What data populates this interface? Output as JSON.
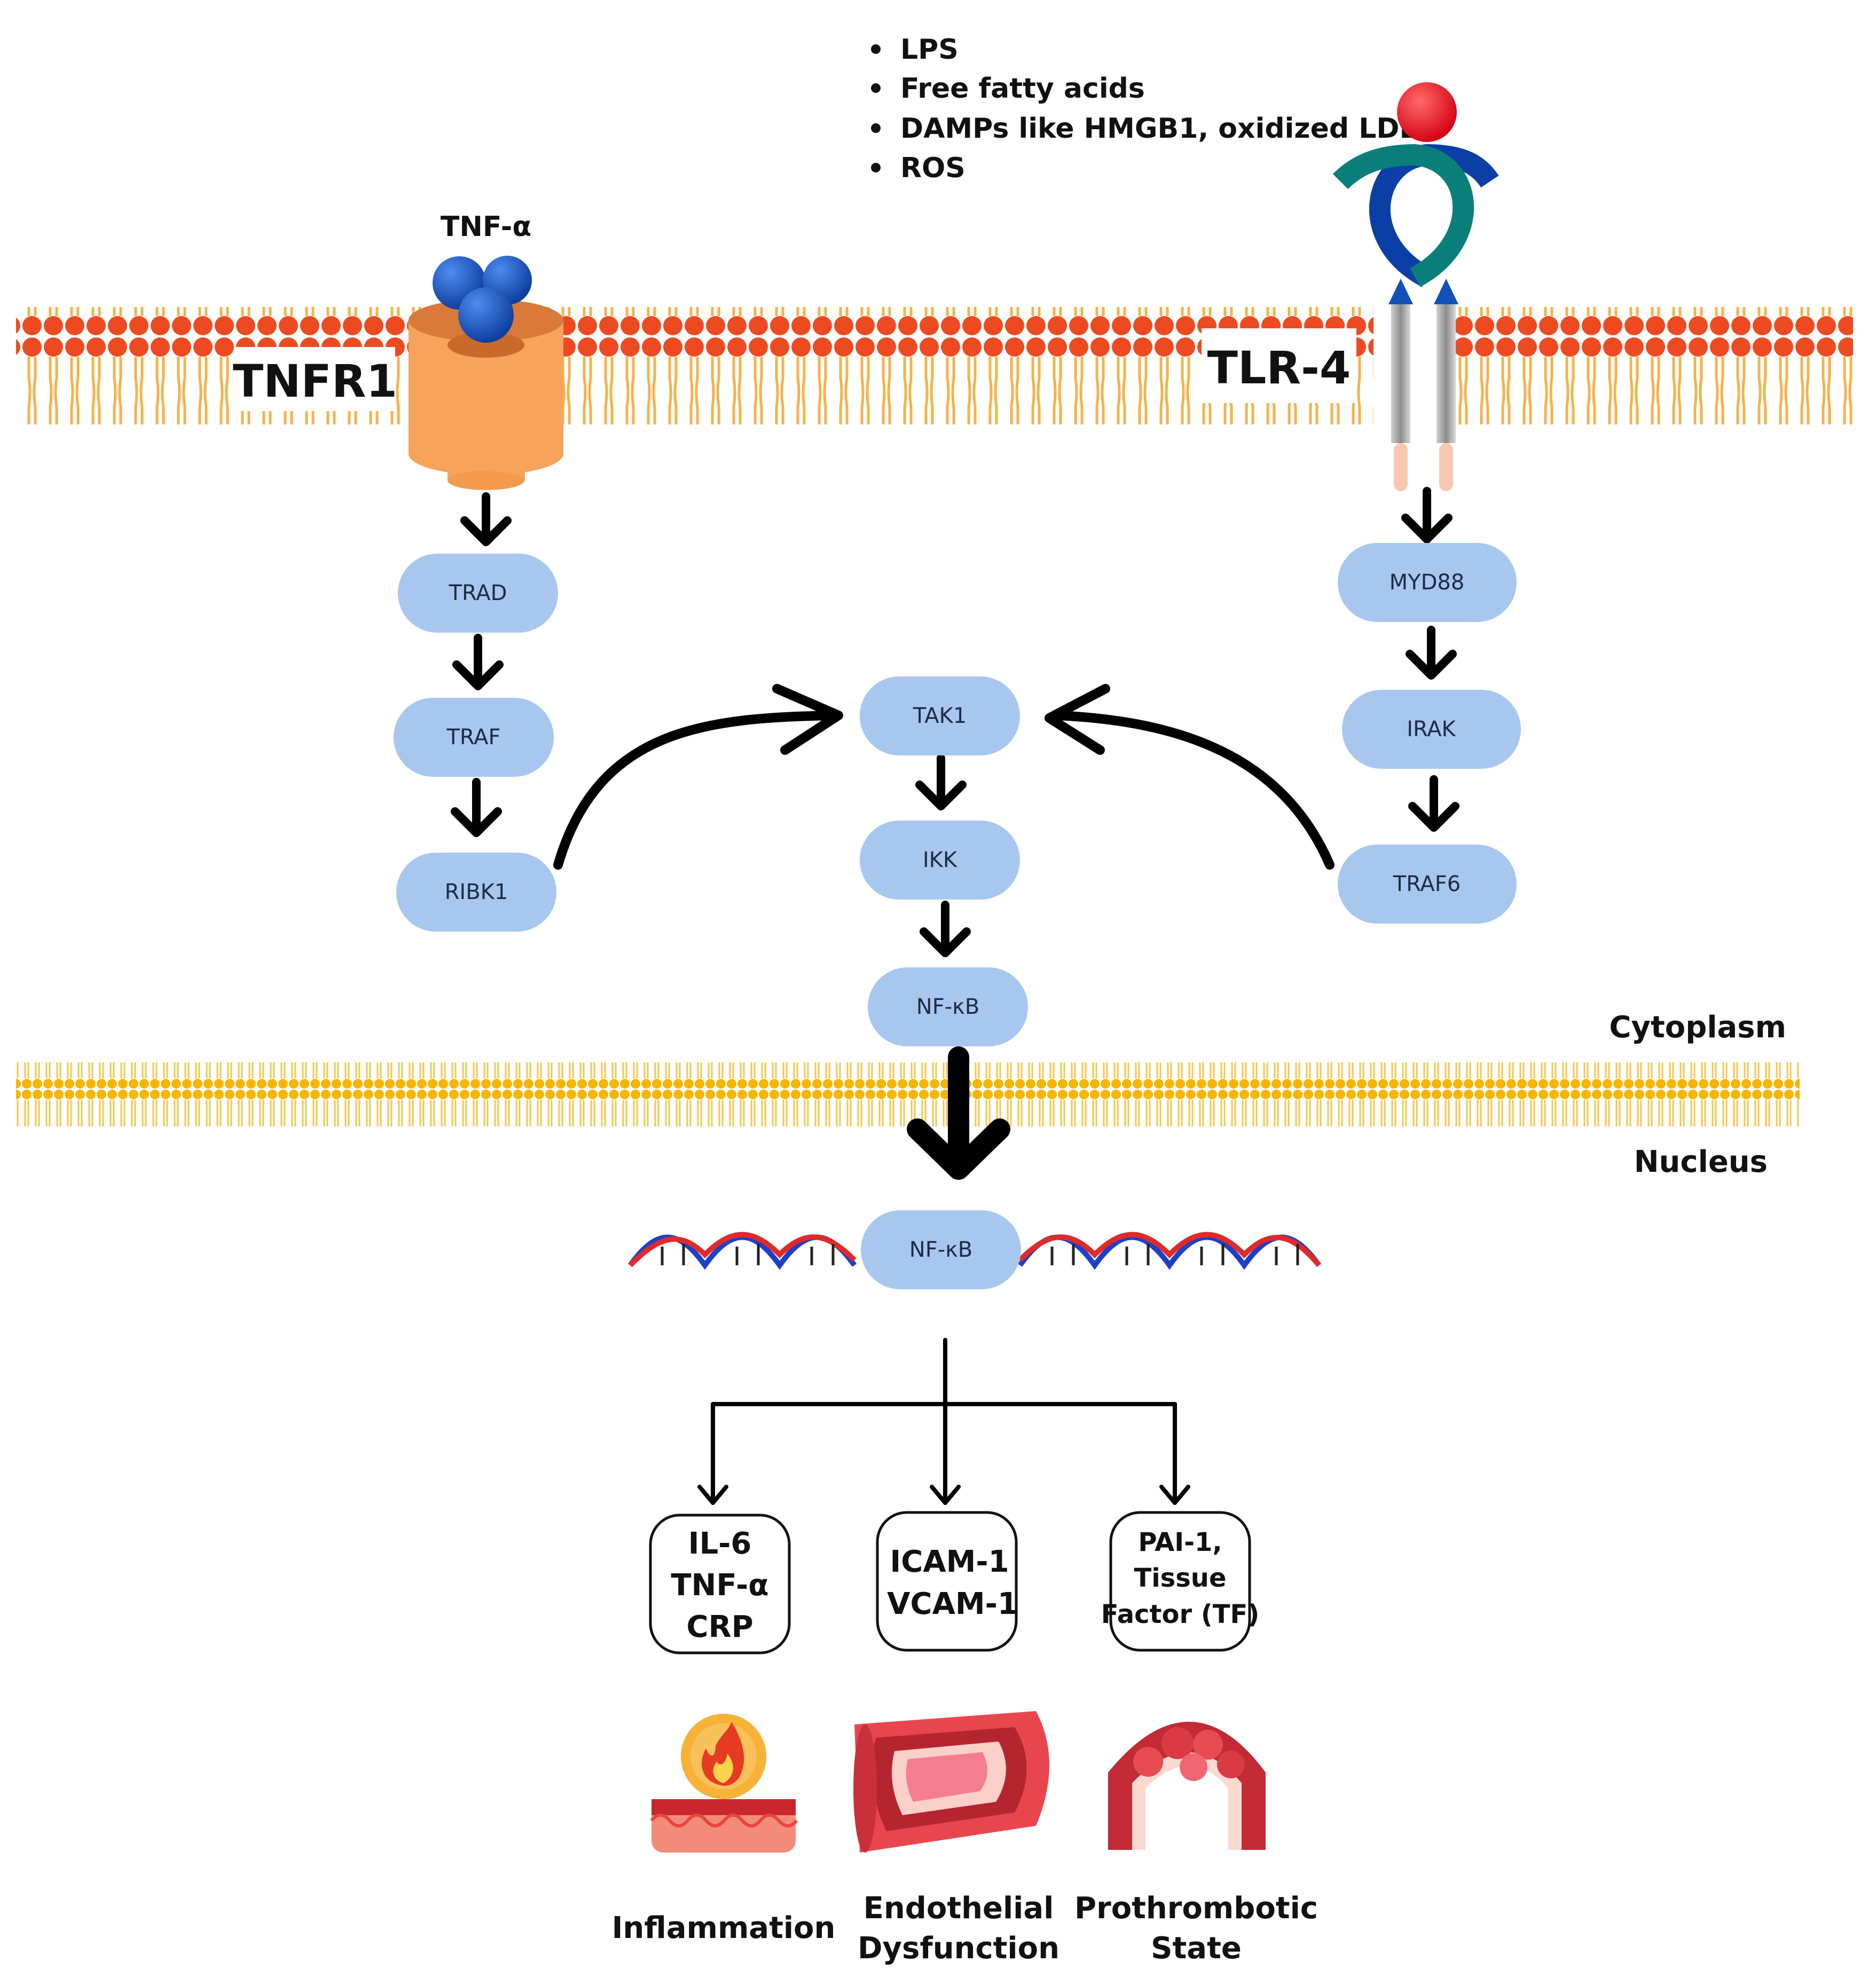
{
  "stimuli": [
    "LPS",
    "Free fatty acids",
    "DAMPs like HMGB1, oxidized LDL",
    "ROS"
  ],
  "receptors": {
    "tnf_ligand": "TNF-α",
    "tnfr1": "TNFR1",
    "tlr4": "TLR-4"
  },
  "tnfr1_pathway": [
    "TRAD",
    "TRAF",
    "RIBK1"
  ],
  "tlr4_pathway": [
    "MYD88",
    "IRAK",
    "TRAF6"
  ],
  "core_pathway": [
    "TAK1",
    "IKK",
    "NF-κB"
  ],
  "nuclear_factor": "NF-κB",
  "compartments": {
    "cytoplasm": "Cytoplasm",
    "nucleus": "Nucleus"
  },
  "target_genes": [
    {
      "lines": [
        "IL-6",
        "TNF-α",
        "CRP"
      ]
    },
    {
      "lines": [
        "ICAM-1",
        "VCAM-1"
      ]
    },
    {
      "lines": [
        "PAI-1,",
        "Tissue",
        "Factor (TF)"
      ]
    }
  ],
  "outcomes": [
    {
      "lines": [
        "Inflammation"
      ]
    },
    {
      "lines": [
        "Endothelial",
        "Dysfunction"
      ]
    },
    {
      "lines": [
        "Prothrombotic",
        "State"
      ]
    }
  ],
  "colors": {
    "pill": "#a7c7ef",
    "membrane_head": "#ee4a22",
    "membrane_tail": "#f6b24a",
    "nuclear_membrane": "#f7b500",
    "receptor_orange": "#f7a35c",
    "tnf_blue": "#1a55c4",
    "tlr_teal": "#0a7f7a",
    "tlr_blue": "#0b3fa6",
    "lps_red": "#e0001b"
  }
}
